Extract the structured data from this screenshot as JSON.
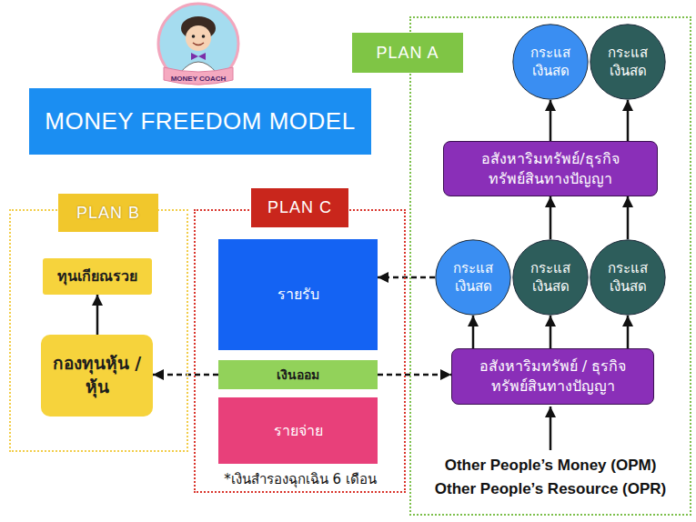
{
  "diagram": {
    "title": "MONEY FREEDOM MODEL",
    "nodes": [
      {
        "text": [
          "PLAN B"
        ]
      },
      {
        "text": [
          "ทุนเกียณรวย"
        ],
        "in": 0
      },
      {
        "text": [
          "กองทุนหุ้น / หุ้น"
        ],
        "in": 0
      },
      {
        "text": [
          "PLAN C"
        ]
      },
      {
        "text": [
          "รายรับ"
        ],
        "in": 3
      },
      {
        "text": [
          "เงินออม"
        ],
        "in": 3
      },
      {
        "text": [
          "รายจ่าย"
        ],
        "in": 3
      },
      {
        "text": [
          "PLAN A"
        ]
      },
      {
        "text": [
          "กระแส เงินสด"
        ],
        "in": 7
      },
      {
        "text": [
          "กระแส เงินสด"
        ],
        "in": 7
      },
      {
        "text": [
          "อสังหาริมทรัพย์/ธุรกิจ ทรัพย์สินทางปัญญา"
        ],
        "in": 7
      },
      {
        "text": [
          "กระแส เงินสด"
        ],
        "in": 7
      },
      {
        "text": [
          "กระแส เงินสด"
        ],
        "in": 7
      },
      {
        "text": [
          "กระแส เงินสด"
        ],
        "in": 7
      },
      {
        "text": [
          "อสังหาริมทรัพย์ / ธุรกิจ ทรัพย์สินทางปัญญา"
        ],
        "in": 7
      }
    ],
    "edges": [
      {
        "from": 2,
        "to": 1,
        "arrow": "to"
      },
      {
        "from": 5,
        "to": 2,
        "arrow": "to"
      },
      {
        "from": 5,
        "to": 14,
        "arrow": "to"
      },
      {
        "from": 11,
        "to": 4,
        "arrow": "to"
      },
      {
        "from": 14,
        "to": 11,
        "arrow": "to"
      },
      {
        "from": 14,
        "to": 12,
        "arrow": "to"
      },
      {
        "from": 14,
        "to": 13,
        "arrow": "to"
      },
      {
        "from": 12,
        "to": 10,
        "arrow": "to"
      },
      {
        "from": 13,
        "to": 10,
        "arrow": "to"
      },
      {
        "from": 10,
        "to": 8,
        "arrow": "to"
      },
      {
        "from": 10,
        "to": 9,
        "arrow": "to"
      }
    ],
    "labels": [
      "MONEY COACH",
      "*เงินสำรองฉุกเฉิน 6 เดือน",
      "Other People’s Money (OPM)",
      "Other People’s Resource (OPR)"
    ]
  }
}
